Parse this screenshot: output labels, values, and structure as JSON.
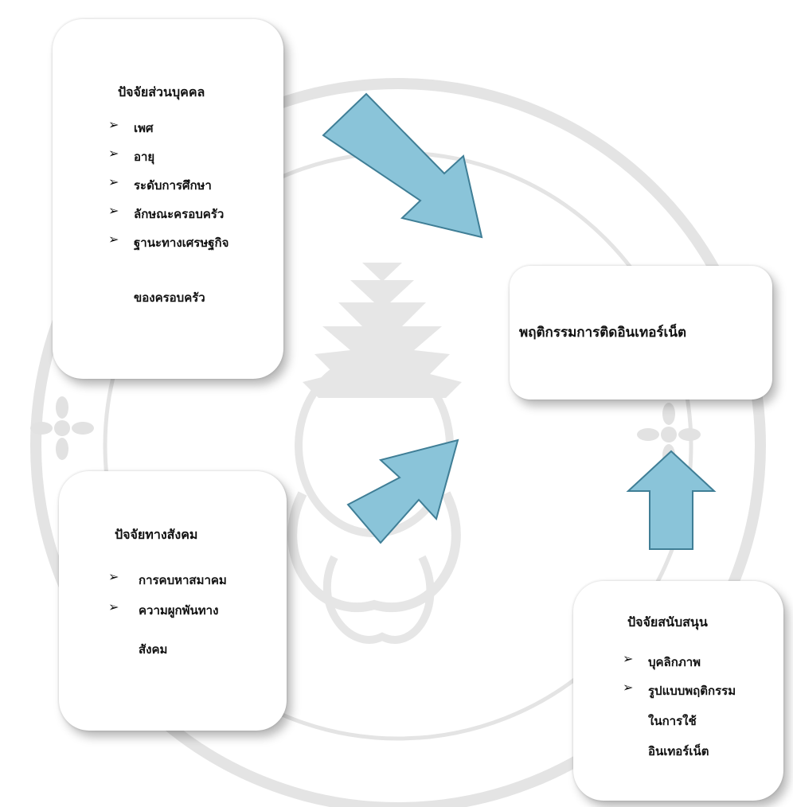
{
  "personal_factors": {
    "title": "ปัจจัยส่วนบุคคล",
    "items": [
      "เพศ",
      "อายุ",
      "ระดับการศึกษา",
      "ลักษณะครอบครัว",
      "ฐานะทางเศรษฐกิจ"
    ],
    "item5_continuation": "ของครอบครัว"
  },
  "social_factors": {
    "title": "ปัจจัยทางสังคม",
    "items": [
      "การคบหาสมาคม",
      "ความผูกพันทาง"
    ],
    "item2_continuation": "สังคม"
  },
  "supporting_factors": {
    "title": "ปัจจัยสนับสนุน",
    "items": [
      "บุคลิกภาพ",
      "รูปแบบพฤติกรรม"
    ],
    "item2_continuation_1": "ในการใช้",
    "item2_continuation_2": "อินเทอร์เน็ต"
  },
  "outcome": {
    "title": "พฤติกรรมการติดอินเทอร์เน็ต"
  },
  "bullet_symbol": "➢",
  "colors": {
    "arrow_fill": "#8ac4d9",
    "arrow_stroke": "#3f7e96",
    "watermark": "#e6e6e6"
  }
}
